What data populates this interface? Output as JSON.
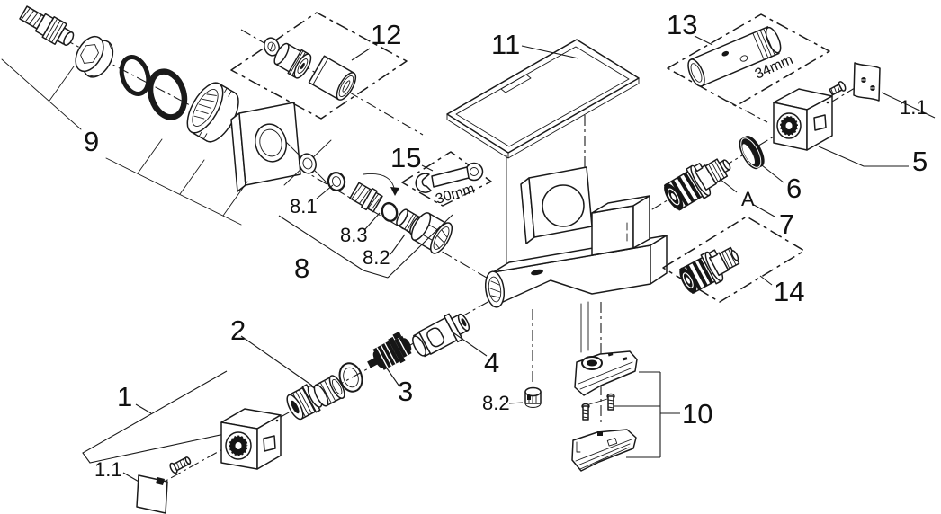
{
  "figure": {
    "kind": "exploded-parts-diagram",
    "colors": {
      "line": "#1a1a1a",
      "background": "#ffffff"
    }
  },
  "labels": {
    "part1": "1",
    "part1_1": "1.1",
    "part2": "2",
    "part3": "3",
    "part4": "4",
    "part5": "5",
    "part6": "6",
    "part7": "7",
    "part8": "8",
    "part8_1": "8.1",
    "part8_2": "8.2",
    "part8_3": "8.3",
    "part9": "9",
    "part10": "10",
    "part11": "11",
    "part12": "12",
    "part13": "13",
    "part14": "14",
    "part15": "15",
    "marker_a": "A",
    "wrench_size": "30mm",
    "socket_size": "34mm"
  }
}
